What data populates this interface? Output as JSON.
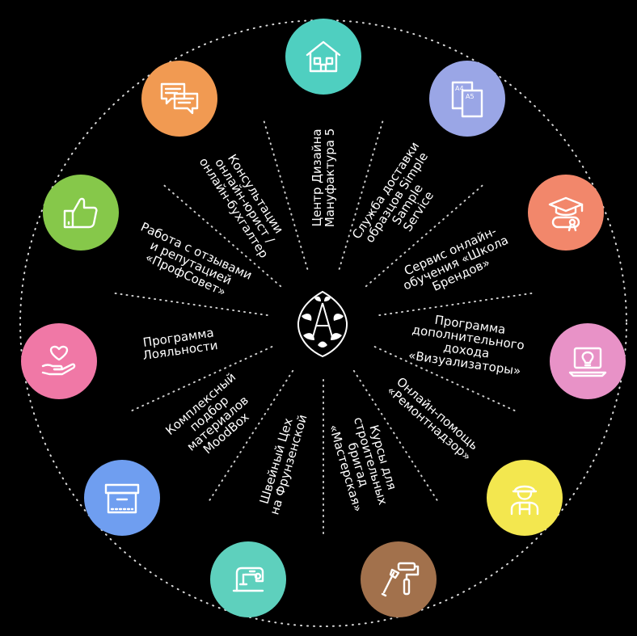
{
  "colors": {
    "background": "#000000",
    "line": "#ffffff"
  },
  "center": {
    "logo_icon": "decorative-floral-logo-icon"
  },
  "items": [
    {
      "label": "Центр Дизайна\nМануфактура 5",
      "icon": "house-icon",
      "color": "#4fcfc0"
    },
    {
      "label": "Служба доставки\nобразцов Simple Sample\nService",
      "icon": "documents-a4-a5-icon",
      "color": "#9aa6e6"
    },
    {
      "label": "Сервис онлайн-\nобучения «Школа\nБрендов»",
      "icon": "graduation-cap-diploma-icon",
      "color": "#f2876b"
    },
    {
      "label": "Программа\nдополнительного дохода\n«Визуализаторы»",
      "icon": "laptop-lightbulb-icon",
      "color": "#e892c7"
    },
    {
      "label": "Онлайн-помощь\n«Ремонтнадзор»",
      "icon": "construction-worker-icon",
      "color": "#f3e74f"
    },
    {
      "label": "Курсы для\nстроительных бригад\n«Мастерская»",
      "icon": "paint-roller-brush-icon",
      "color": "#a2714c"
    },
    {
      "label": "Швейный Цех\nна Фрунзенской",
      "icon": "sewing-machine-icon",
      "color": "#5ed0bd"
    },
    {
      "label": "Комплексный\nподбор материалов\nMoodBox",
      "icon": "storage-box-icon",
      "color": "#6f9ef0"
    },
    {
      "label": "Программа\nЛояльности",
      "icon": "heart-hand-icon",
      "color": "#f078a6"
    },
    {
      "label": "Работа с отзывами\nи репутацией\n«ПрофСовет»",
      "icon": "thumbs-up-icon",
      "color": "#86c84a"
    },
    {
      "label": "Консультации\nонлайн-юрист /\nонлайн-бухгалтер",
      "icon": "chat-bubbles-icon",
      "color": "#f19a52"
    }
  ]
}
